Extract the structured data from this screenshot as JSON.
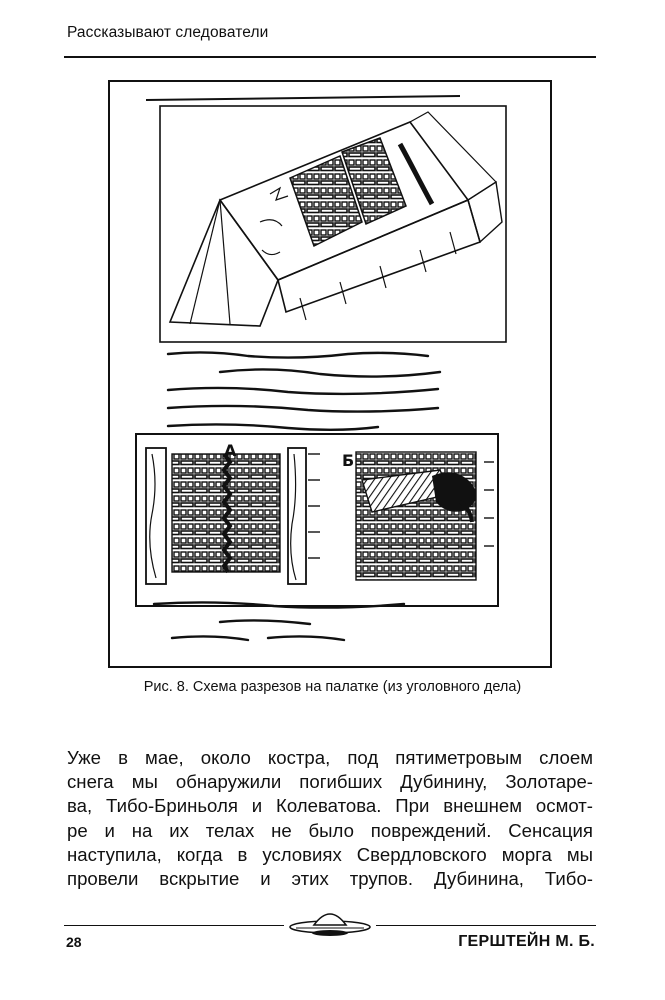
{
  "header": {
    "running_title": "Рассказывают следователи"
  },
  "figure": {
    "caption": "Рис. 8. Схема разрезов на палатке (из уголовного дела)",
    "label_a": "А",
    "label_b": "Б"
  },
  "body": {
    "lines": [
      "Уже в мае, около костра, под пятиметровым слоем",
      "снега мы обнаружили погибших Дубинину, Золотаре-",
      "ва, Тибо-Бриньоля и Колеватова. При внешнем осмот-",
      "ре и на их телах не было повреждений. Сенсация",
      "наступила, когда в условиях Свердловского морга мы",
      "провели вскрытие и этих трупов. Дубинина, Тибо-"
    ]
  },
  "footer": {
    "page_number": "28",
    "author": "ГЕРШТЕЙН М. Б."
  }
}
